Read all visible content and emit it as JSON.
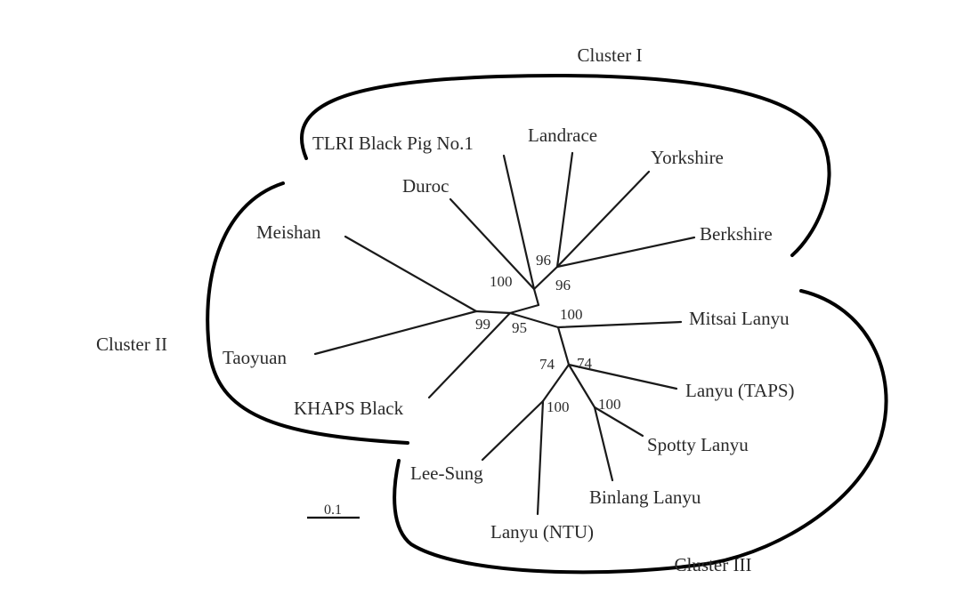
{
  "clusters": {
    "c1": "Cluster I",
    "c2": "Cluster II",
    "c3": "Cluster III"
  },
  "taxa": {
    "tlri": "TLRI Black Pig No.1",
    "landrace": "Landrace",
    "yorkshire": "Yorkshire",
    "duroc": "Duroc",
    "berkshire": "Berkshire",
    "meishan": "Meishan",
    "mitsai": "Mitsai Lanyu",
    "taoyuan": "Taoyuan",
    "lanyu_taps": "Lanyu (TAPS)",
    "khaps": "KHAPS Black",
    "spotty": "Spotty Lanyu",
    "leesung": "Lee-Sung",
    "binlang": "Binlang Lanyu",
    "lanyu_ntu": "Lanyu (NTU)"
  },
  "bootstrap": {
    "b96a": "96",
    "b100a": "100",
    "b96b": "96",
    "b100b": "100",
    "b99": "99",
    "b95": "95",
    "b74a": "74",
    "b74b": "74",
    "b100c": "100",
    "b100d": "100"
  },
  "scale_bar": {
    "label": "0.1"
  },
  "colors": {
    "lines": "#1a1a1a",
    "text": "#2a2a2a",
    "background": "#ffffff"
  }
}
